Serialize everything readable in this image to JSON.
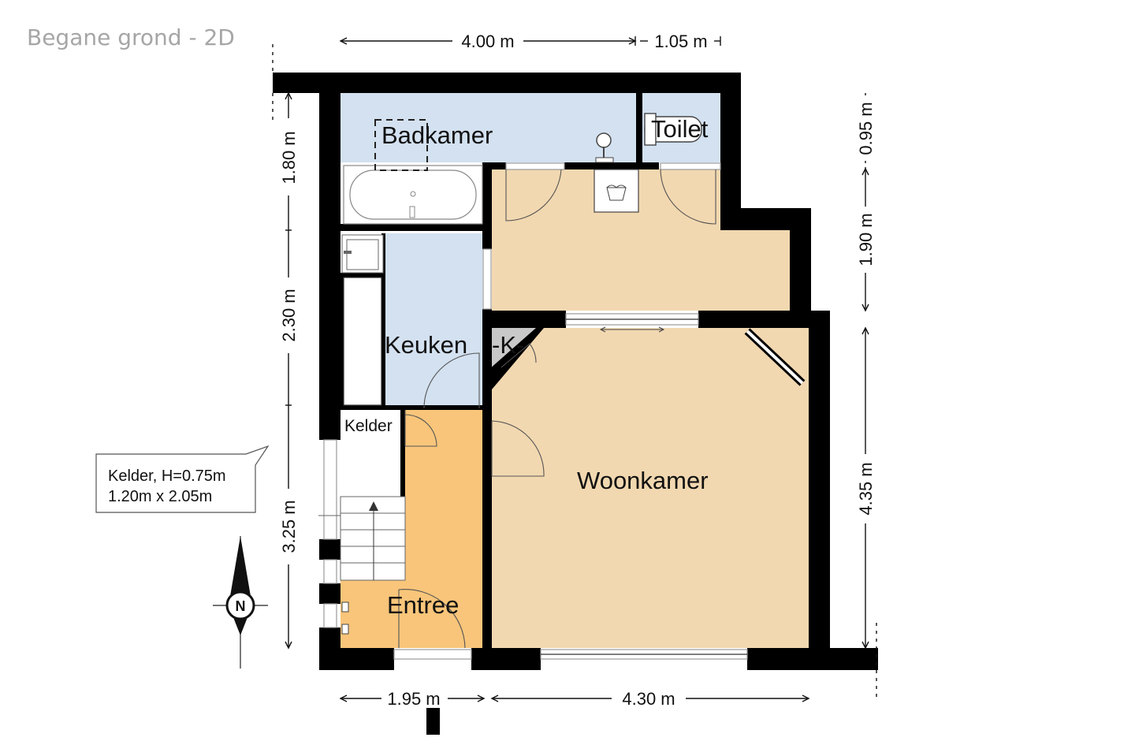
{
  "title": "Begane grond - 2D",
  "rooms": {
    "badkamer": "Badkamer",
    "toilet": "Toilet",
    "keuken": "Keuken",
    "kast": "-K-",
    "kelder": "Kelder",
    "woonkamer": "Woonkamer",
    "entree": "Entree"
  },
  "dimensions": {
    "top_left": "4.00 m",
    "top_right": "1.05 m",
    "left_1": "1.80 m",
    "left_2": "2.30 m",
    "left_3": "3.25 m",
    "right_1": "0.95 m",
    "right_2": "1.90 m",
    "right_3": "4.35 m",
    "bottom_left": "1.95 m",
    "bottom_right": "4.30 m"
  },
  "note": {
    "line1": "Kelder, H=0.75m",
    "line2": "1.20m x 2.05m"
  },
  "compass": {
    "label": "N"
  },
  "colors": {
    "wall": "#000000",
    "wet_room": "#d3e1f0",
    "living": "#f2d8b0",
    "entree": "#f8c57a",
    "storage": "#c9c9c9"
  }
}
